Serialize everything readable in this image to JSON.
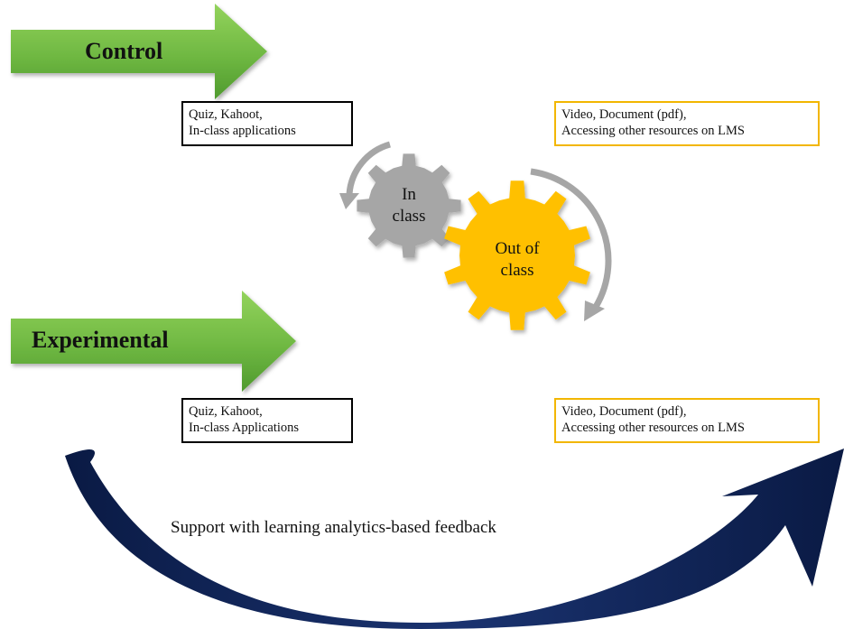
{
  "colors": {
    "arrow_green_top": "#8fcf5a",
    "arrow_green_bottom": "#4f9a2e",
    "gear_gray": "#a6a6a6",
    "gear_gold": "#ffc000",
    "cycle_arrow": "#a6a6a6",
    "curve_navy": "#0d2150",
    "box_gold_border": "#f2b600"
  },
  "groups": {
    "control": {
      "label": "Control",
      "in_class_box": {
        "lines": [
          "Quiz, Kahoot,",
          "In-class applications"
        ]
      },
      "out_class_box": {
        "lines": [
          "Video, Document (pdf),",
          "Accessing other resources on LMS"
        ]
      }
    },
    "experimental": {
      "label": "Experimental",
      "in_class_box": {
        "lines": [
          "Quiz, Kahoot,",
          "In-class Applications"
        ]
      },
      "out_class_box": {
        "lines": [
          "Video, Document (pdf),",
          "Accessing other resources on LMS"
        ]
      }
    }
  },
  "gears": {
    "in_class": {
      "lines": [
        "In",
        "class"
      ]
    },
    "out_of_class": {
      "lines": [
        "Out of",
        "class"
      ]
    }
  },
  "feedback": {
    "label": "Support with learning analytics-based feedback"
  }
}
